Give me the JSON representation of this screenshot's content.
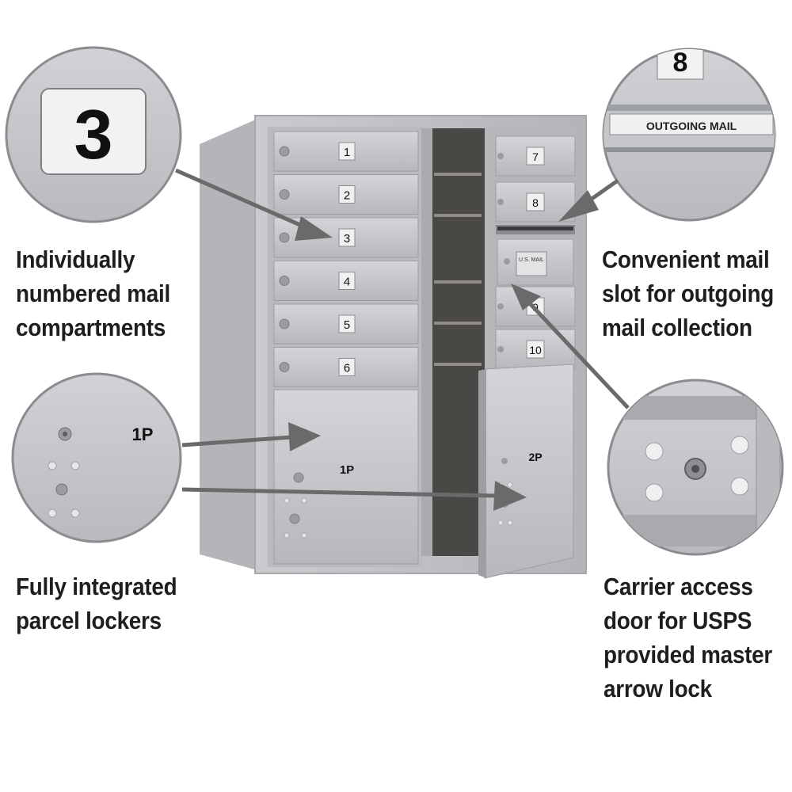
{
  "callouts": {
    "numbered_compartments": [
      "Individually",
      "numbered mail",
      "compartments"
    ],
    "outgoing_slot": [
      "Convenient mail",
      "slot for outgoing",
      "mail collection"
    ],
    "parcel_lockers": [
      "Fully integrated",
      "parcel lockers"
    ],
    "carrier_door": [
      "Carrier access",
      "door for USPS",
      "provided master",
      "arrow lock"
    ]
  },
  "mailbox": {
    "left_doors": [
      "1",
      "2",
      "3",
      "4",
      "5",
      "6"
    ],
    "right_doors": [
      "7",
      "8",
      "9",
      "10"
    ],
    "parcel_left": "1P",
    "parcel_right": "2P",
    "usmail_plate": "U.S. MAIL"
  },
  "zooms": {
    "number": "3",
    "number_top": "8",
    "outgoing_label": "OUTGOING MAIL",
    "parcel_label": "1P"
  },
  "colors": {
    "aluminum": "#bfc1c4",
    "door": "#c6c8cb",
    "arrow": "#6a6a6a",
    "text": "#1e1e1e"
  }
}
